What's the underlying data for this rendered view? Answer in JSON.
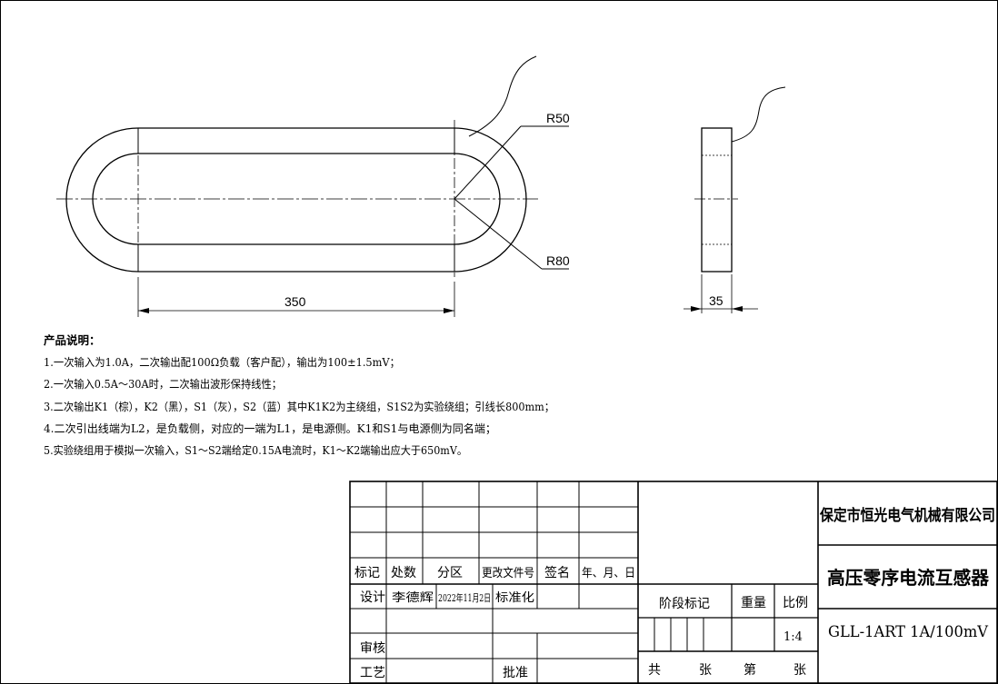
{
  "drawing": {
    "dims": {
      "r50": "R50",
      "r80": "R80",
      "len350": "350",
      "w35": "35"
    }
  },
  "notes": {
    "title": "产品说明：",
    "lines": [
      "1.一次输入为1.0A，二次输出配100Ω负载（客户配），输出为100±1.5mV；",
      "2.一次输入0.5A～30A时，二次输出波形保持线性；",
      "3.二次输出K1（棕），K2（黑），S1（灰），S2（蓝）其中K1K2为主绕组，S1S2为实验绕组；引线长800mm；",
      "4.二次引出线端为L2，是负载侧，对应的一端为L1，是电源侧。K1和S1与电源侧为同名端；",
      "5.实验绕组用于模拟一次输入，S1～S2端给定0.15A电流时，K1～K2端输出应大于650mV。"
    ]
  },
  "title_block": {
    "headers": {
      "mark": "标记",
      "count": "处数",
      "zone": "分区",
      "doc_no": "更改文件号",
      "sign": "签名",
      "date": "年、月、日"
    },
    "design_label": "设计",
    "designer": "李德辉",
    "design_date": "2022年11月2日",
    "standardize": "标准化",
    "review": "审核",
    "process": "工艺",
    "approve": "批准",
    "stage_mark": "阶段标记",
    "weight": "重量",
    "scale_label": "比例",
    "scale_value": "1:4",
    "sheets_total": "共",
    "sheet": "张",
    "sheet_no": "第",
    "sheet2": "张",
    "company": "保定市恒光电气机械有限公司",
    "product_name": "高压零序电流互感器",
    "model": "GLL-1ART 1A/100mV"
  }
}
